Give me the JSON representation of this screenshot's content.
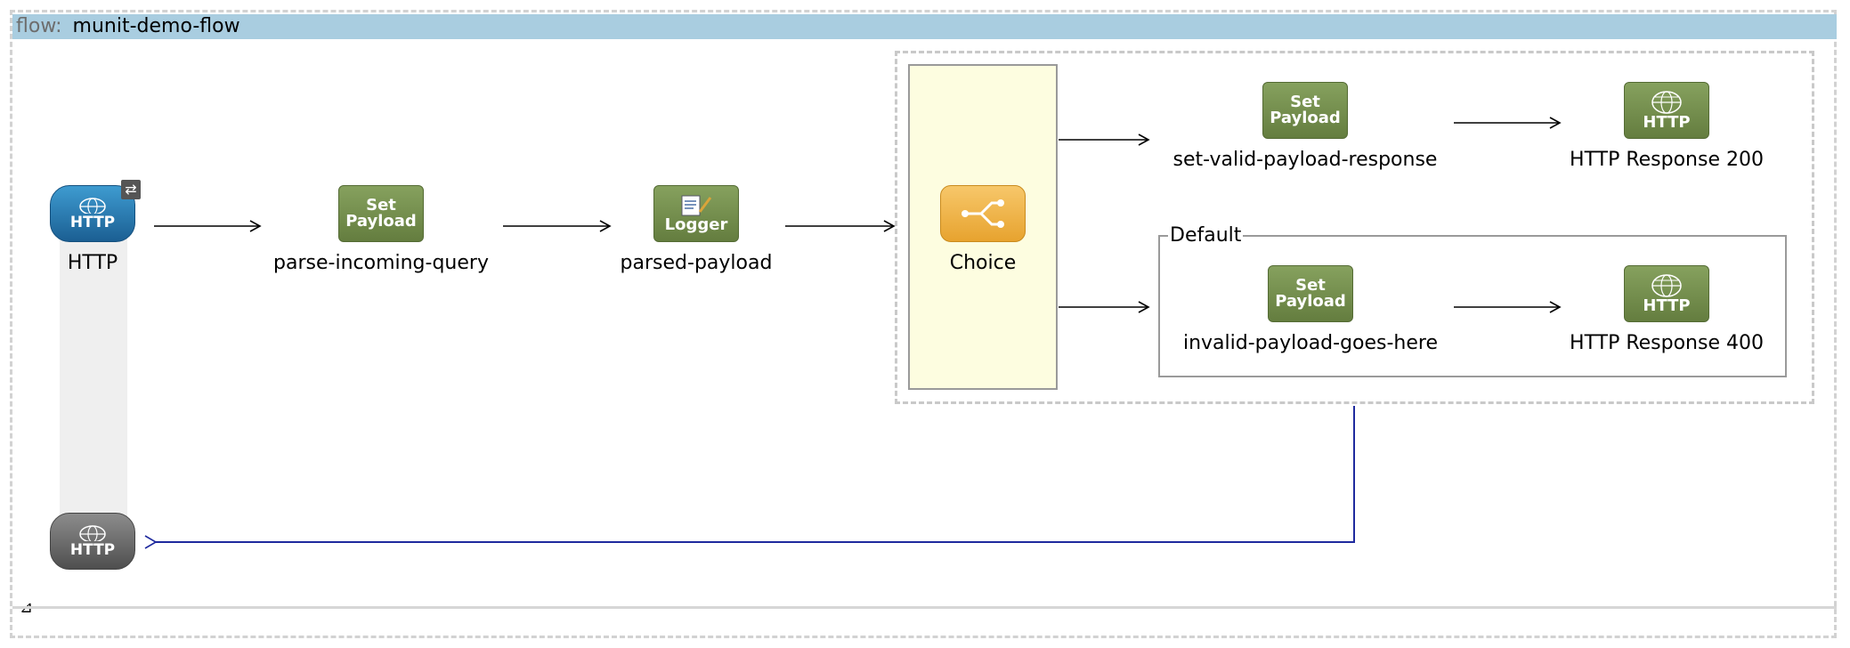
{
  "flow": {
    "keyword": "flow:",
    "name": "munit-demo-flow"
  },
  "nodes": {
    "http_source": {
      "label": "HTTP",
      "icon_text": "HTTP"
    },
    "parse_incoming": {
      "label": "parse-incoming-query",
      "icon_text_1": "Set",
      "icon_text_2": "Payload"
    },
    "parsed_payload": {
      "label": "parsed-payload",
      "icon_text": "Logger"
    },
    "choice": {
      "label": "Choice"
    },
    "set_valid": {
      "label": "set-valid-payload-response",
      "icon_text_1": "Set",
      "icon_text_2": "Payload"
    },
    "http_200": {
      "label": "HTTP Response 200",
      "icon_text": "HTTP"
    },
    "default_route": {
      "label": "Default"
    },
    "invalid_payload": {
      "label": "invalid-payload-goes-here",
      "icon_text_1": "Set",
      "icon_text_2": "Payload"
    },
    "http_400": {
      "label": "HTTP Response 400",
      "icon_text": "HTTP"
    },
    "http_response": {
      "icon_text": "HTTP"
    }
  },
  "colors": {
    "header": "#a9cde0",
    "processor_green": "#6f8a47",
    "http_blue": "#2a7bb4",
    "choice_orange": "#f0b347",
    "choice_bg": "#fdfde0",
    "return_line": "#1f2a9e"
  },
  "icons": {
    "swap": "swap-icon",
    "globe": "globe-icon",
    "logger": "logger-icon",
    "choice": "choice-icon",
    "grip": "resize-grip-icon"
  }
}
